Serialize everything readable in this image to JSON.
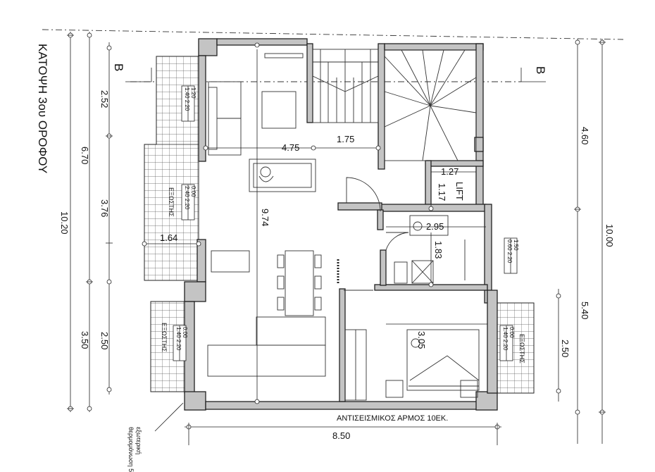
{
  "title": "ΚΑΤΟΨΗ 3ου ΟΡΟΦΟΥ",
  "section_marks": {
    "left": "B",
    "right": "B"
  },
  "dimensions": {
    "left_total": "10.20",
    "left_upper": "6.70",
    "left_lower": "3.50",
    "left_a": "2.52",
    "left_b": "3.76",
    "left_c": "2.50",
    "right_total": "10.00",
    "right_upper": "4.60",
    "right_lower": "5.40",
    "right_a": "2.50",
    "bottom_total": "8.50",
    "interior_475": "4.75",
    "interior_175": "1.75",
    "interior_974": "9.74",
    "interior_164": "1.64",
    "interior_127": "1.27",
    "interior_117": "1.17",
    "interior_295": "2.95",
    "interior_183": "1.83",
    "interior_305": "3.05"
  },
  "labels": {
    "lift": "LIFT",
    "seismic_joint": "ΑΝΤΙΣΕΙΣΜΙΚΟΣ ΑΡΜΟΣ 10ΕΚ.",
    "insulation_1": "εξωτερική",
    "insulation_2": "θερμομόνωση 5",
    "balcony": "ΕΞΩΣΤΗΣ"
  },
  "window_tags": [
    {
      "top": "1.40  2.20",
      "bottom": "1.20"
    },
    {
      "top": "2.40  2.20",
      "bottom": "0.00"
    },
    {
      "top": "1.40  2.20",
      "bottom": "0.00"
    },
    {
      "top": "1.40  2.20",
      "bottom": "0.00"
    },
    {
      "top": "0.60  2.20",
      "bottom": "1.50"
    }
  ]
}
